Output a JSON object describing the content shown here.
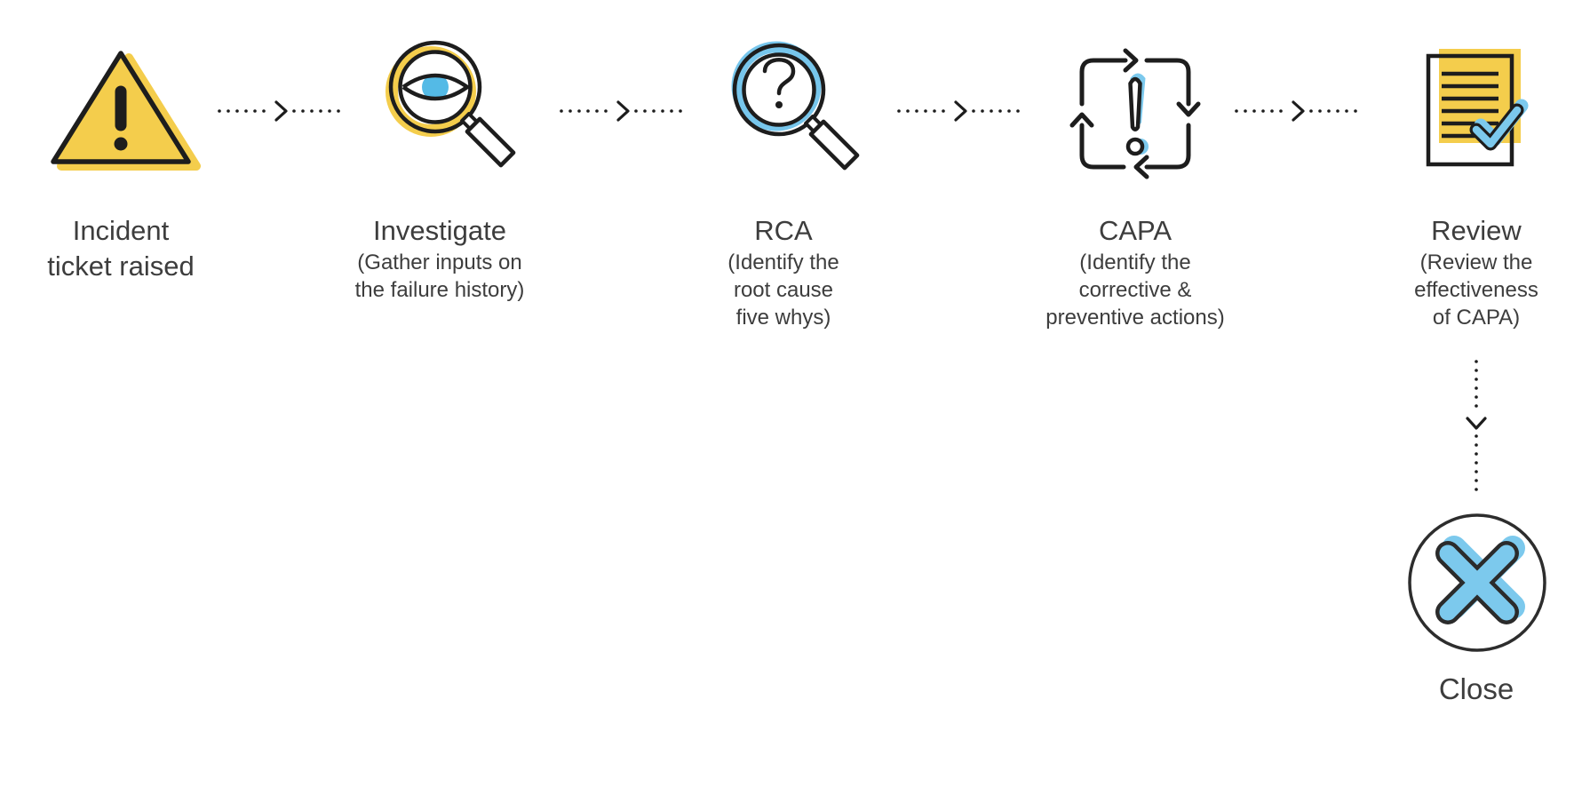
{
  "flow": {
    "steps": [
      {
        "title": "Incident\nticket raised",
        "subtitle": "",
        "icon": "warning-triangle"
      },
      {
        "title": "Investigate",
        "subtitle": "(Gather inputs on\nthe failure history)",
        "icon": "magnifier-eye"
      },
      {
        "title": "RCA",
        "subtitle": "(Identify the\nroot cause\nfive whys)",
        "icon": "magnifier-question"
      },
      {
        "title": "CAPA",
        "subtitle": "(Identify the\ncorrective &\npreventive actions)",
        "icon": "cycle-exclamation"
      },
      {
        "title": "Review",
        "subtitle": "(Review the\neffectiveness\nof CAPA)",
        "icon": "document-check"
      }
    ],
    "end_step": {
      "title": "Close",
      "icon": "circle-cross"
    },
    "connector_style": "dotted-arrow"
  },
  "colors": {
    "yellow": "#F4CD4C",
    "blue": "#7CC9ED",
    "blue_deep": "#54BAE6",
    "ink": "#1d1d1d",
    "text": "#3d3d3d"
  }
}
